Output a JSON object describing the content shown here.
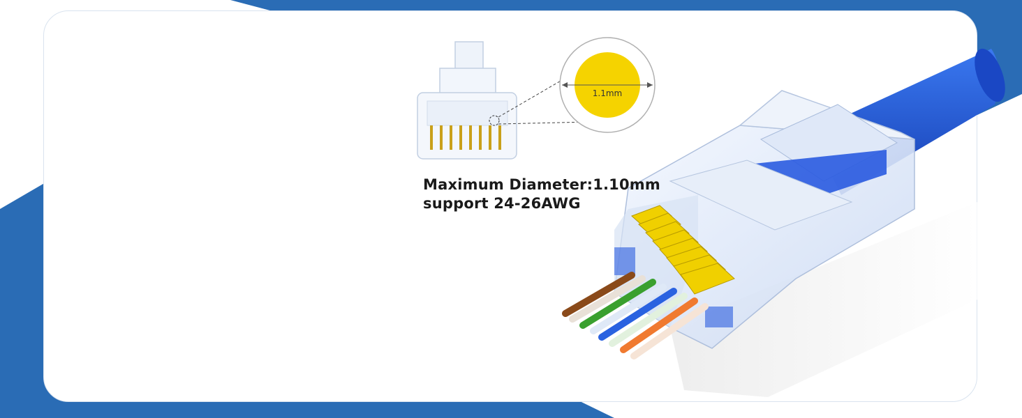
{
  "callout": {
    "measurement": "1.1mm"
  },
  "caption": {
    "line1": "Maximum Diameter:1.10mm",
    "line2": "support 24-26AWG"
  },
  "colors": {
    "brand_blue": "#2a6cb5",
    "cable_blue": "#1f4fd0",
    "contact_gold": "#f0d000",
    "measure_circle": "#f5d300"
  },
  "wires": [
    "brown",
    "white-brown",
    "green",
    "white-blue",
    "blue",
    "white-green",
    "orange",
    "white-orange"
  ]
}
